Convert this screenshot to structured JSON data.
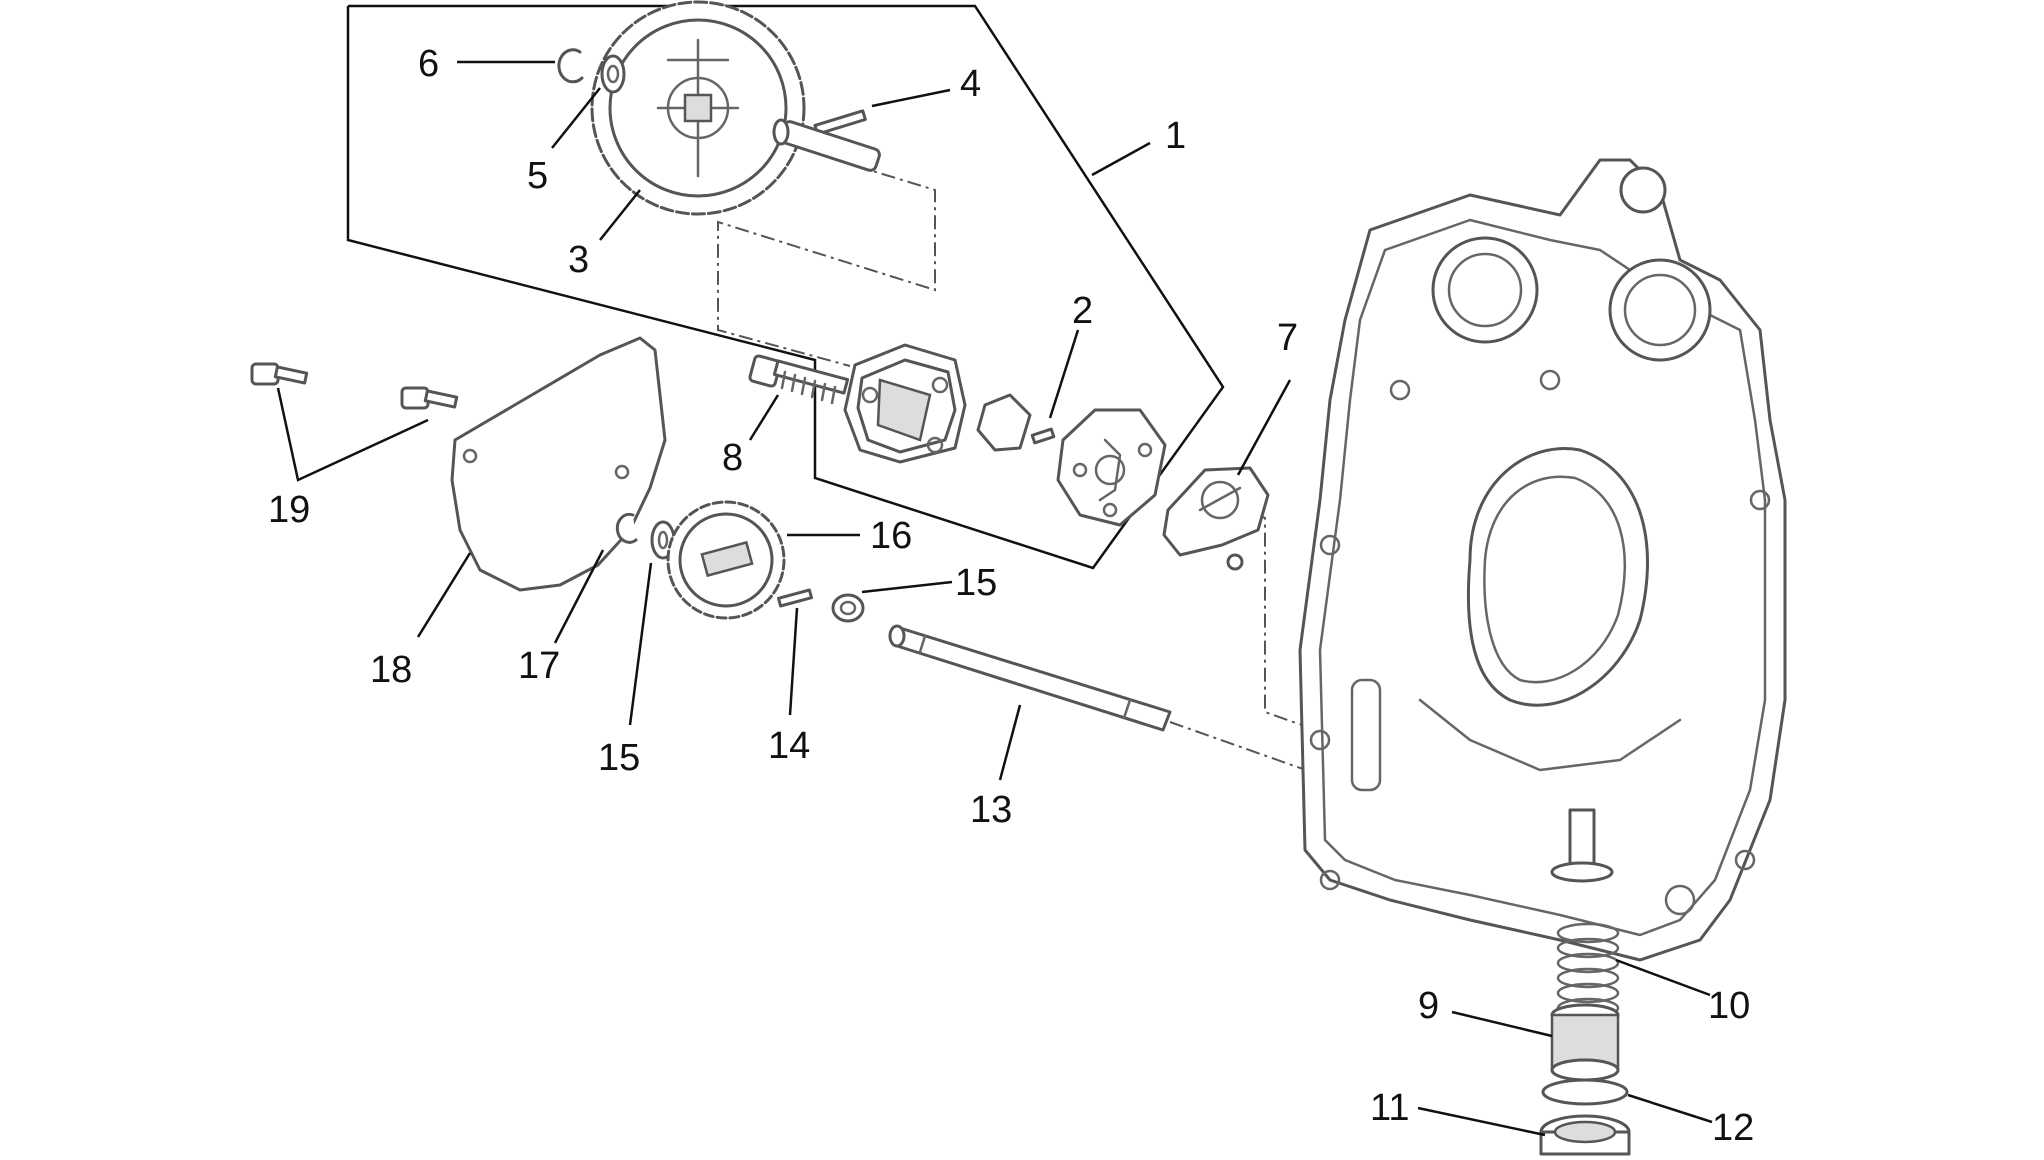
{
  "callouts": {
    "c1": "1",
    "c2": "2",
    "c3": "3",
    "c4": "4",
    "c5": "5",
    "c6": "6",
    "c7": "7",
    "c8": "8",
    "c9": "9",
    "c10": "10",
    "c11": "11",
    "c12": "12",
    "c13": "13",
    "c14": "14",
    "c15a": "15",
    "c15b": "15",
    "c16": "16",
    "c17": "17",
    "c18": "18",
    "c19": "19"
  }
}
